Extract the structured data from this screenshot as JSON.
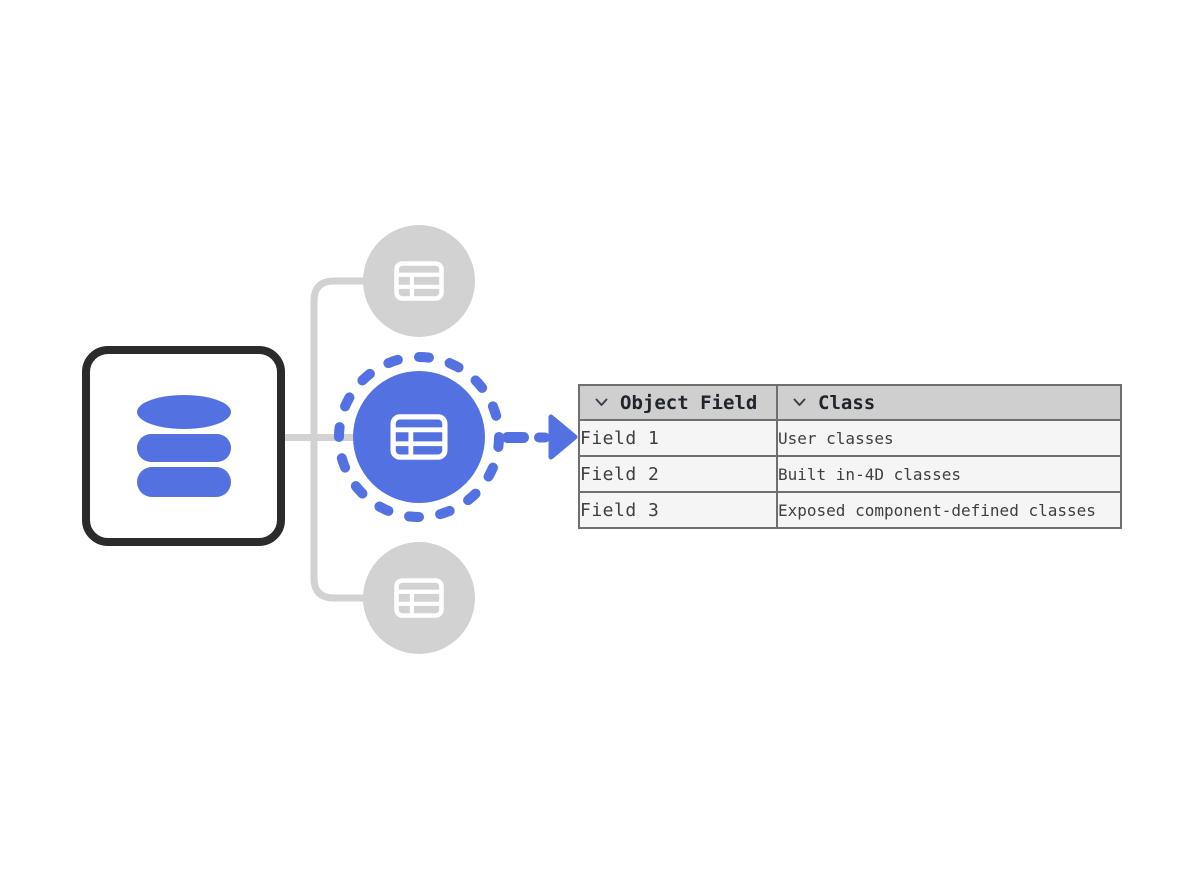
{
  "diagram": {
    "source": {
      "icon": "database-icon"
    },
    "nodes": [
      {
        "id": "top",
        "icon": "table-icon",
        "state": "inactive"
      },
      {
        "id": "middle",
        "icon": "table-icon",
        "state": "selected"
      },
      {
        "id": "bottom",
        "icon": "table-icon",
        "state": "inactive"
      }
    ],
    "flow_arrow": "right-arrow-icon"
  },
  "table": {
    "columns": [
      {
        "label": "Object Field",
        "icon": "chevron-down-icon"
      },
      {
        "label": "Class",
        "icon": "chevron-down-icon"
      }
    ],
    "rows": [
      {
        "field": "Field 1",
        "class": "User classes"
      },
      {
        "field": "Field 2",
        "class": "Built in-4D classes"
      },
      {
        "field": "Field 3",
        "class": "Exposed component-defined classes"
      }
    ]
  },
  "colors": {
    "accent_blue": "#5471e2",
    "light_gray": "#d2d2d2",
    "dark_outline": "#2b2b2b",
    "header_bg": "#cfcfcf",
    "row_bg": "#f5f5f5",
    "table_border": "#6f6f6f",
    "header_text": "#20242b",
    "body_text": "#3f3f3f"
  }
}
